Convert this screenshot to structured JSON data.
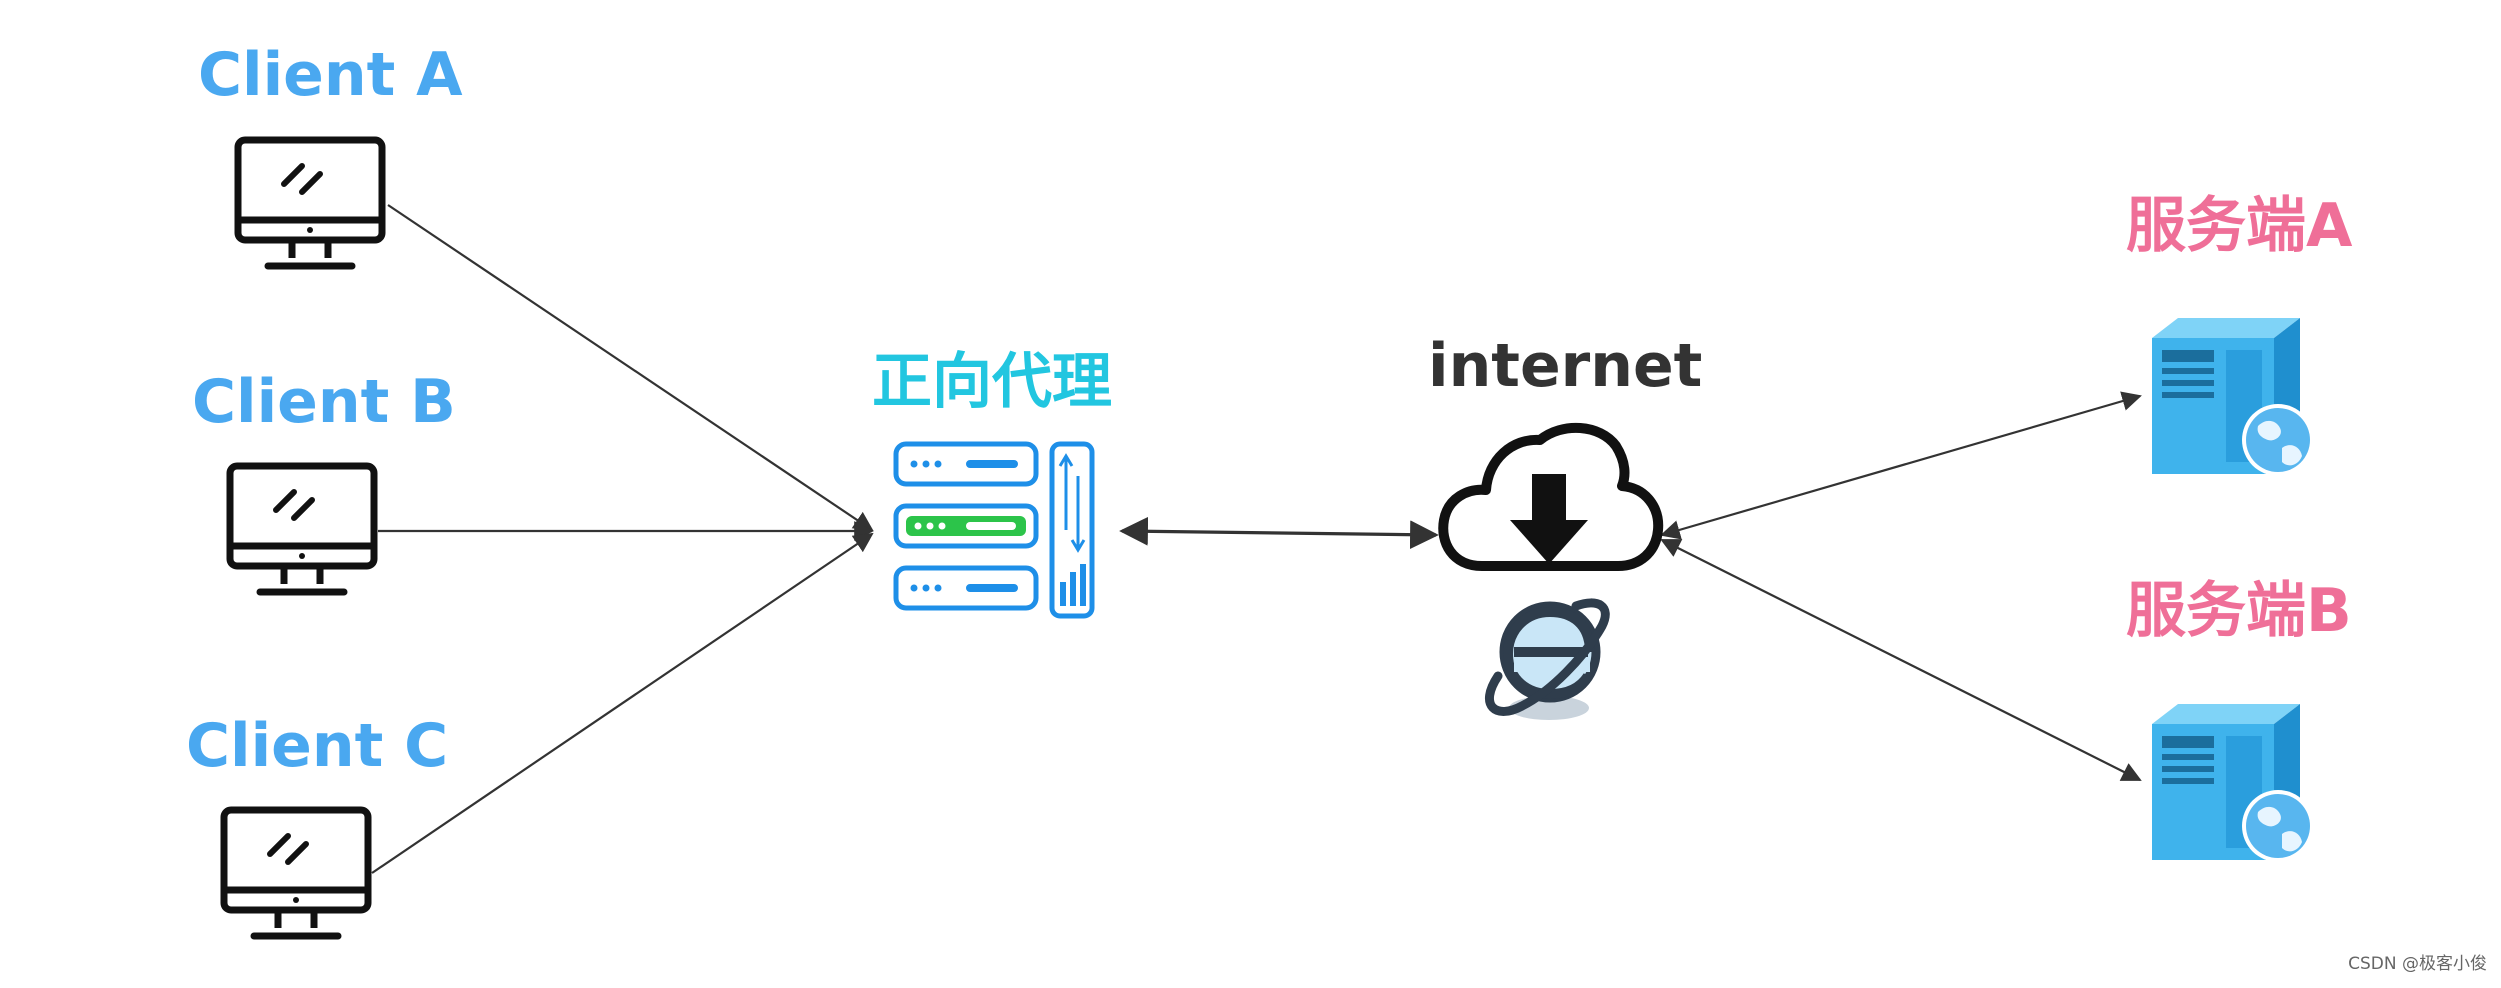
{
  "colors": {
    "client": "#4aa8f0",
    "server": "#ef6f98",
    "proxy": "#22c6e0",
    "internet": "#333333",
    "line": "#333333"
  },
  "clients": [
    {
      "label": "Client A",
      "icon": "monitor-icon"
    },
    {
      "label": "Client B",
      "icon": "monitor-icon"
    },
    {
      "label": "Client C",
      "icon": "monitor-icon"
    }
  ],
  "proxy": {
    "label": "正向代理",
    "icon": "proxy-server-icon"
  },
  "internet": {
    "label": "internet",
    "icons": [
      "cloud-download-icon",
      "internet-explorer-icon"
    ]
  },
  "servers": [
    {
      "label": "服务端A",
      "icon": "server-tower-icon"
    },
    {
      "label": "服务端B",
      "icon": "server-tower-icon"
    }
  ],
  "watermark": "CSDN @极客小俊"
}
